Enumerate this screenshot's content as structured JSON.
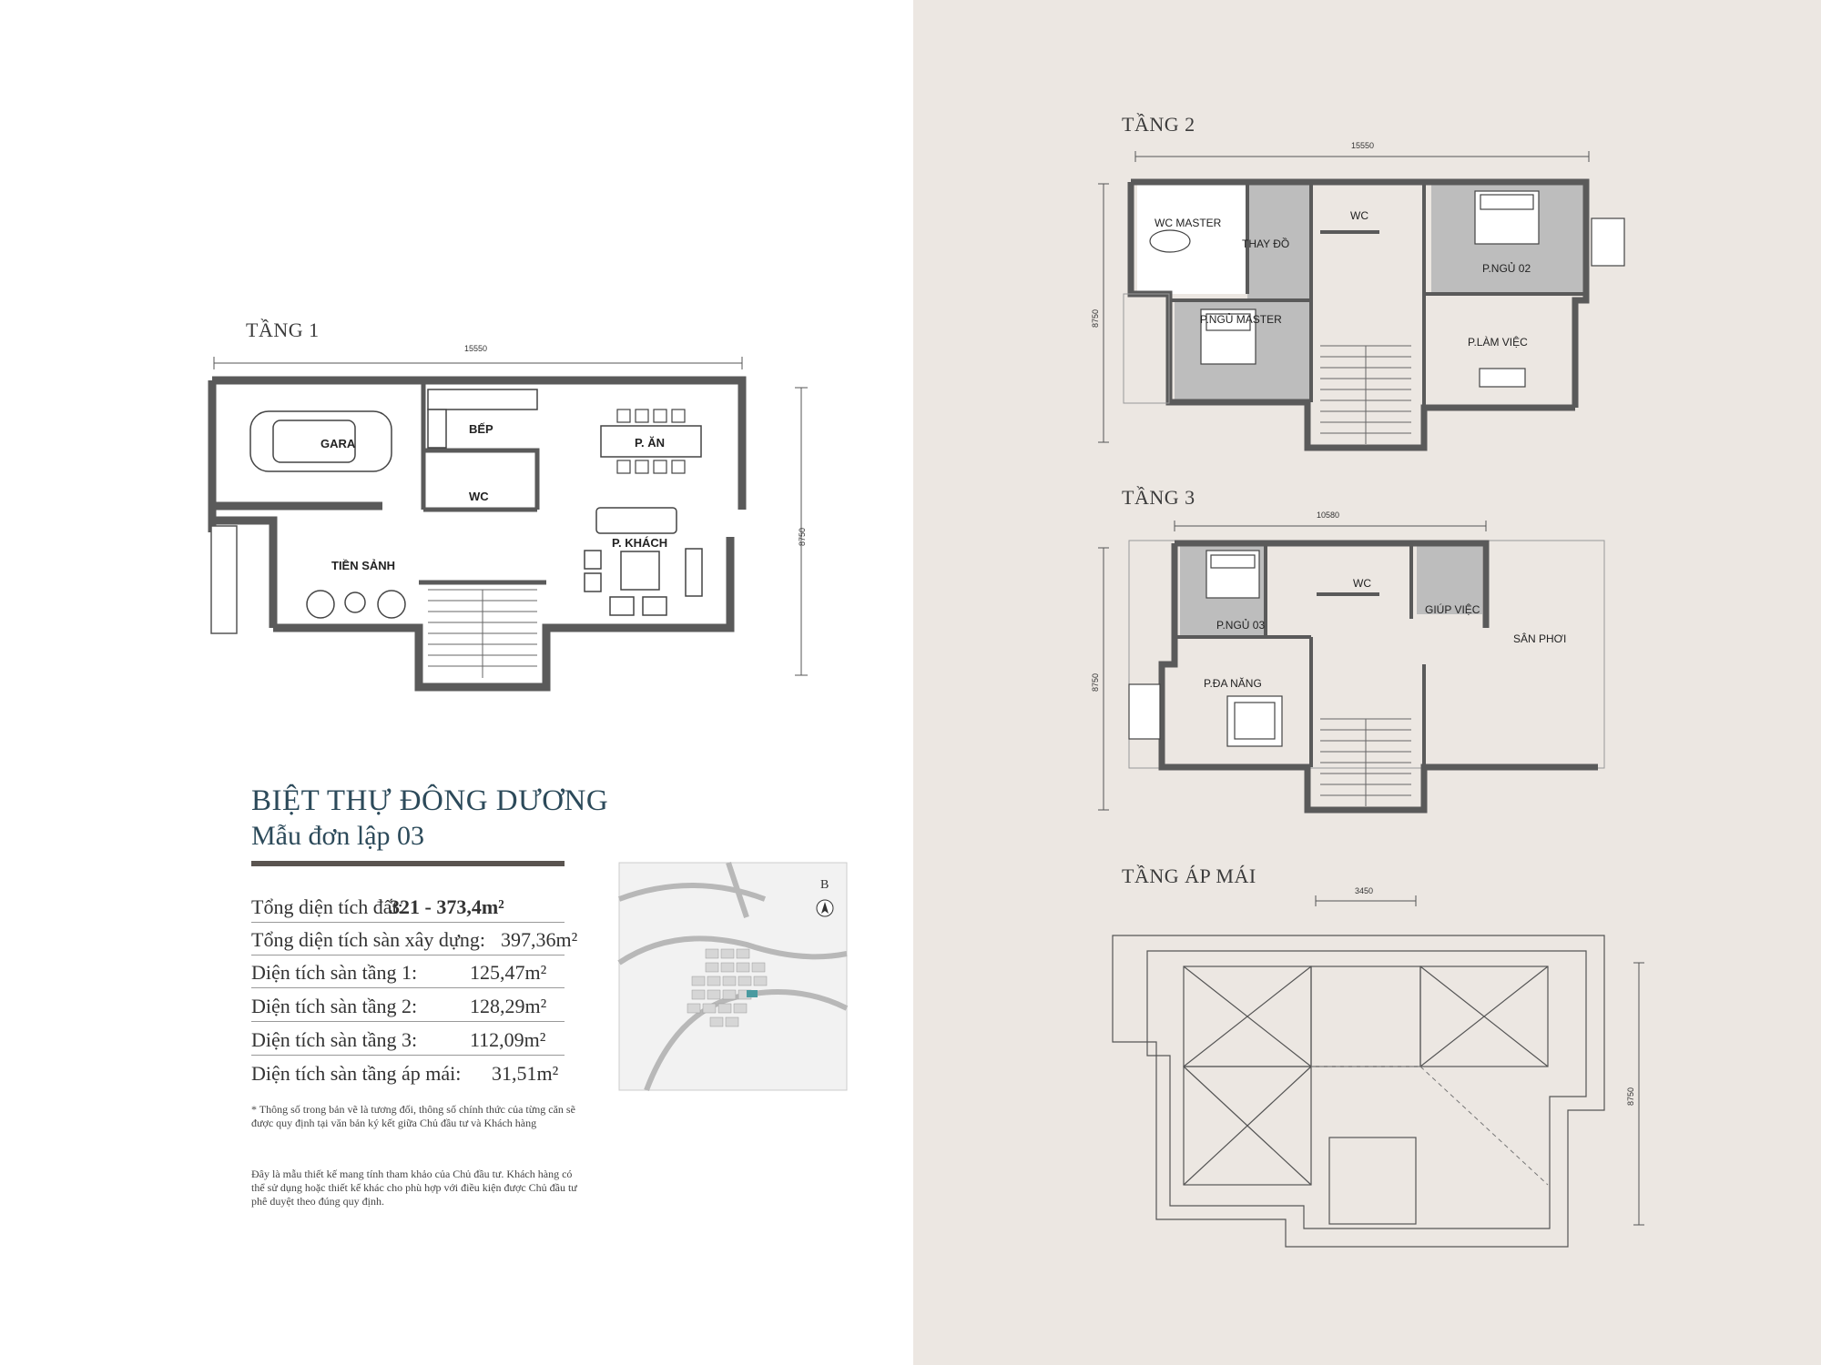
{
  "project": {
    "title_line1": "BIỆT THỰ ĐÔNG DƯƠNG",
    "title_line2": "Mẫu đơn lập  03"
  },
  "specs": [
    {
      "label": "Tổng diện tích đất:",
      "value": "321 - 373,4m²"
    },
    {
      "label": "Tổng diện tích sàn xây dựng:",
      "value": "397,36m²"
    },
    {
      "label": "Diện tích sàn tầng 1:",
      "value": "125,47m²"
    },
    {
      "label": "Diện tích sàn tầng 2:",
      "value": "128,29m²"
    },
    {
      "label": "Diện tích sàn tầng 3:",
      "value": "112,09m²"
    },
    {
      "label": "Diện tích sàn tầng áp mái:",
      "value": "31,51m²"
    }
  ],
  "notes": [
    "* Thông số trong bản vẽ là tương đối, thông số chính thức của từng căn sẽ được quy định tại văn bản ký kết giữa Chủ đầu tư và Khách hàng",
    "Đây là mẫu thiết kế mang tính tham khảo của Chủ đầu tư. Khách hàng có thể sử dụng hoặc thiết kế khác cho phù hợp với điều kiện được Chủ đầu tư phê duyệt theo đúng quy định."
  ],
  "map": {
    "compass_label": "B"
  },
  "floor1": {
    "title": "TẦNG 1",
    "dim_width": "15550",
    "dim_height": "8750",
    "rooms": {
      "gara": "GARA",
      "bep": "BẾP",
      "an": "P. ĂN",
      "wc": "WC",
      "tien_sanh": "TIỀN SẢNH",
      "khach": "P. KHÁCH"
    }
  },
  "floor2": {
    "title": "TẦNG 2",
    "dim_width": "15550",
    "dim_height": "8750",
    "rooms": {
      "wc_master": "WC MASTER",
      "thay_do": "THAY ĐỒ",
      "wc": "WC",
      "ngu_master": "P.NGỦ MASTER",
      "ngu02": "P.NGỦ 02",
      "lam_viec": "P.LÀM VIỆC"
    }
  },
  "floor3": {
    "title": "TẦNG 3",
    "dim_width": "10580",
    "dim_height": "8750",
    "rooms": {
      "ngu03": "P.NGỦ 03",
      "wc": "WC",
      "giup_viec": "GIÚP VIỆC",
      "san_phoi": "SÂN PHƠI",
      "da_nang": "P.ĐA NĂNG"
    }
  },
  "roof": {
    "title": "TẦNG ÁP MÁI",
    "dim_width": "3450",
    "dim_height": "8750"
  },
  "colors": {
    "right_bg": "#ece7e2",
    "wall": "#5a5a5a",
    "room_gray": "#bdbdbd",
    "title_blue": "#2c4a5a"
  }
}
